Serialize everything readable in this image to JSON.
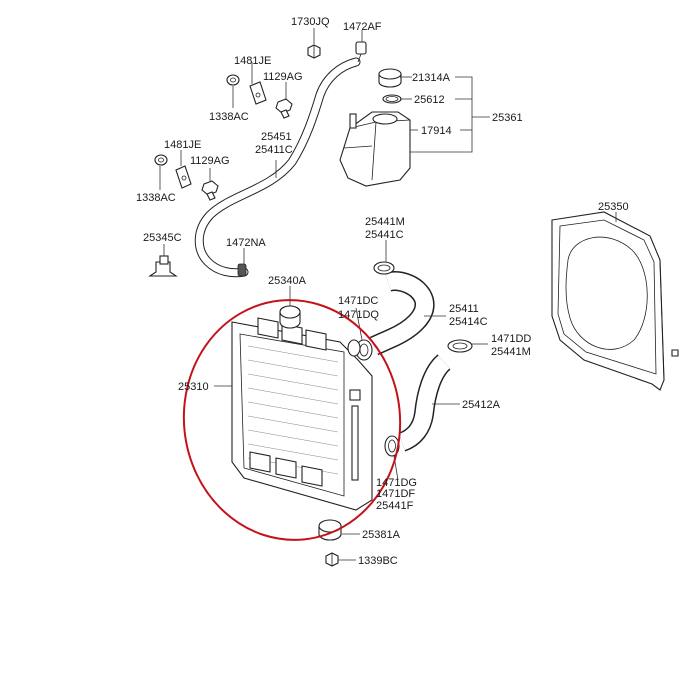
{
  "highlight_color": "#c4121a",
  "labels": {
    "p1730JQ": "1730JQ",
    "p1472AF": "1472AF",
    "p1481JE_top": "1481JE",
    "p1129AG_top": "1129AG",
    "p1338AC_top": "1338AC",
    "p21314A": "21314A",
    "p25612": "25612",
    "p25361": "25361",
    "p17914": "17914",
    "p25451": "25451",
    "p25411C": "25411C",
    "p1481JE_mid": "1481JE",
    "p1129AG_mid": "1129AG",
    "p1338AC_mid": "1338AC",
    "p25345C": "25345C",
    "p1472NA": "1472NA",
    "p25441M_top": "25441M",
    "p25441C": "25441C",
    "p25350": "25350",
    "p25340A": "25340A",
    "p1471DC": "1471DC",
    "p1471DQ": "1471DQ",
    "p25411": "25411",
    "p25414C": "25414C",
    "p1471DD": "1471DD",
    "p25441M_right": "25441M",
    "p25310": "25310",
    "p25412A": "25412A",
    "p1471DG": "1471DG",
    "p1471DF": "1471DF",
    "p25441F": "25441F",
    "p25381A": "25381A",
    "p1339BC": "1339BC"
  }
}
